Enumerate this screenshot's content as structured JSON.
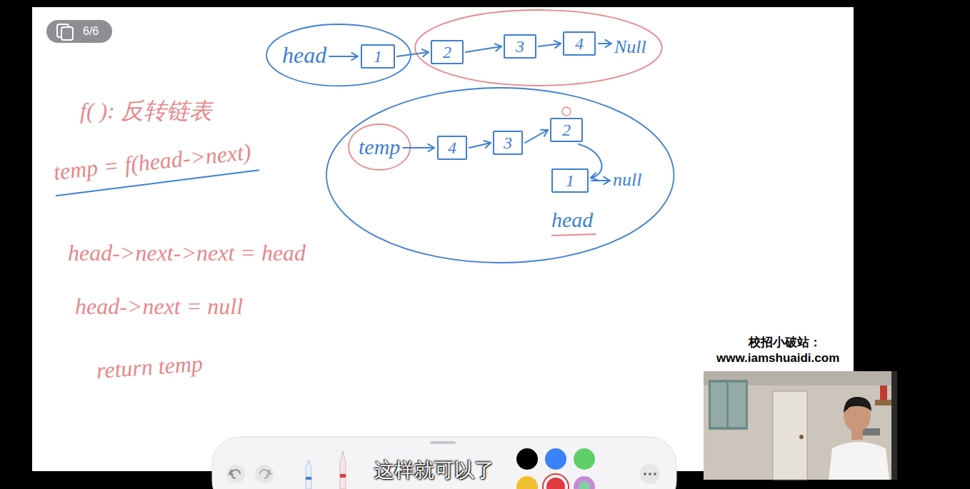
{
  "diagram": {
    "nodes": [
      {
        "text": [
          "1"
        ]
      },
      {
        "text": [
          "2"
        ]
      },
      {
        "text": [
          "3"
        ]
      },
      {
        "text": [
          "4"
        ]
      },
      {
        "text": [
          "4"
        ]
      },
      {
        "text": [
          "3"
        ]
      },
      {
        "text": [
          "2"
        ]
      },
      {
        "text": [
          "1"
        ]
      }
    ],
    "edges": [
      {
        "from": 0,
        "to": 1,
        "arrow": "to"
      },
      {
        "from": 1,
        "to": 2,
        "arrow": "to"
      },
      {
        "from": 2,
        "to": 3,
        "arrow": "to"
      },
      {
        "from": 4,
        "to": 5,
        "arrow": "to"
      },
      {
        "from": 5,
        "to": 6,
        "arrow": "to"
      },
      {
        "from": 6,
        "to": 7,
        "arrow": "to"
      }
    ],
    "labels": [
      "6/6",
      "head",
      "Null",
      "f( ): 反转链表",
      "temp = f(head->next)",
      "temp",
      "null",
      "head",
      "head->next->next = head",
      "head->next = null",
      "return temp",
      "校招小破站：",
      "www.iamshuaidi.com",
      "这样就可以了"
    ]
  }
}
